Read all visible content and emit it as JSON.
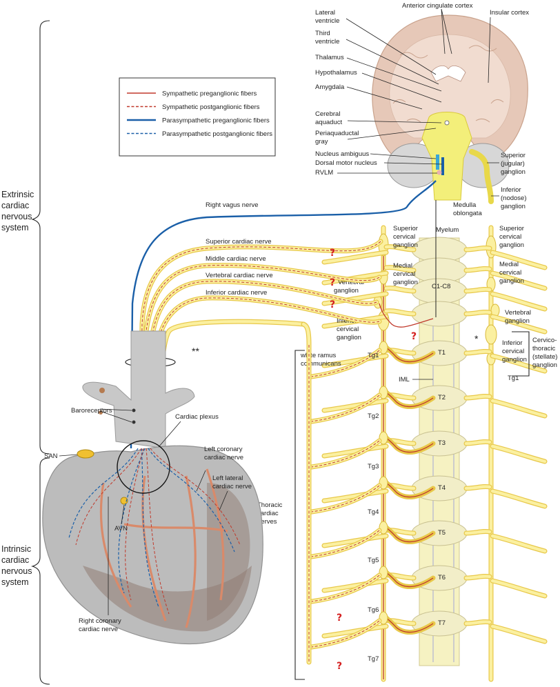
{
  "legend": {
    "items": [
      {
        "label": "Sympathetic preganglionic fibers",
        "color": "#c0392b",
        "style": "solid"
      },
      {
        "label": "Sympathetic postganglionic fibers",
        "color": "#c0392b",
        "style": "dashed"
      },
      {
        "label": "Parasympathetic preganglionic fibers",
        "color": "#1a5fa8",
        "style": "solid"
      },
      {
        "label": "Parasympathetic postganglionic fibers",
        "color": "#1a5fa8",
        "style": "dashed"
      }
    ]
  },
  "braces": {
    "extrinsic": "Extrinsic\ncardiac\nnervous\nsystem",
    "extrinsic_lines": [
      "Extrinsic",
      "cardiac",
      "nervous",
      "system"
    ],
    "intrinsic_lines": [
      "Intrinsic",
      "cardiac",
      "nervous",
      "system"
    ],
    "thoracic_lines": [
      "Thoracic",
      "cardiac",
      "nerves"
    ],
    "stellate_lines": [
      "Cervico-",
      "thoracic",
      "(stellate)",
      "ganglion"
    ]
  },
  "brain": {
    "anterior_cingulate": "Anterior cingulate cortex",
    "insular": "Insular cortex",
    "lateral_ventricle": [
      "Lateral",
      "ventricle"
    ],
    "third_ventricle": [
      "Third",
      "ventricle"
    ],
    "thalamus": "Thalamus",
    "hypothalamus": "Hypothalamus",
    "amygdala": "Amygdala",
    "cerebral_aquaduct": [
      "Cerebral",
      "aquaduct"
    ],
    "periaqueductal": [
      "Periaquaductal",
      "gray"
    ],
    "nucleus_ambiguus": "Nucleus ambiguus",
    "dorsal_motor": "Dorsal motor nucleus",
    "rvlm": "RVLM",
    "superior_jugular": [
      "Superior",
      "(jugular)",
      "ganglion"
    ],
    "inferior_nodose": [
      "Inferior",
      "(nodose)",
      "ganglion"
    ],
    "medulla": [
      "Medulla",
      "oblongata"
    ]
  },
  "nerves": {
    "right_vagus": "Right vagus nerve",
    "superior_cardiac": "Superior cardiac nerve",
    "middle_cardiac": "Middle cardiac nerve",
    "vertebral_cardiac": "Vertebral cardiac nerve",
    "inferior_cardiac": "Inferior cardiac nerve",
    "double_star": "**",
    "single_star": "*",
    "question": "?"
  },
  "chain_left": {
    "superior_cervical": [
      "Superior",
      "cervical",
      "ganglion"
    ],
    "medial_cervical": [
      "Medial",
      "cervical",
      "ganglion"
    ],
    "vertebral": [
      "Vertebral",
      "ganglion"
    ],
    "inferior_cervical": [
      "Inferior",
      "cervical",
      "ganglion"
    ],
    "white_ramus": [
      "white ramus",
      "communicans"
    ],
    "tg": [
      "Tg1",
      "Tg2",
      "Tg3",
      "Tg4",
      "Tg5",
      "Tg6",
      "Tg7"
    ]
  },
  "spine": {
    "myelum": "Myelum",
    "c1c8": "C1-C8",
    "iml": "IML",
    "segments": [
      "T1",
      "T2",
      "T3",
      "T4",
      "T5",
      "T6",
      "T7"
    ]
  },
  "chain_right": {
    "superior_cervical": [
      "Superior",
      "cervical",
      "ganglion"
    ],
    "medial_cervical": [
      "Medial",
      "cervical",
      "ganglion"
    ],
    "vertebral": [
      "Vertebral",
      "ganglion"
    ],
    "inferior_cervical": [
      "Inferior",
      "cervical",
      "ganglion"
    ],
    "tg1": "Tg1"
  },
  "heart": {
    "baroreceptors": "Baroreceptors",
    "cardiac_plexus": "Cardiac plexus",
    "san": "SAN",
    "avn": "AVN",
    "left_coronary": [
      "Left coronary",
      "cardiac nerve"
    ],
    "left_lateral": [
      "Left lateral",
      "cardiac nerve"
    ],
    "right_coronary": [
      "Right coronary",
      "cardiac nerve"
    ]
  }
}
